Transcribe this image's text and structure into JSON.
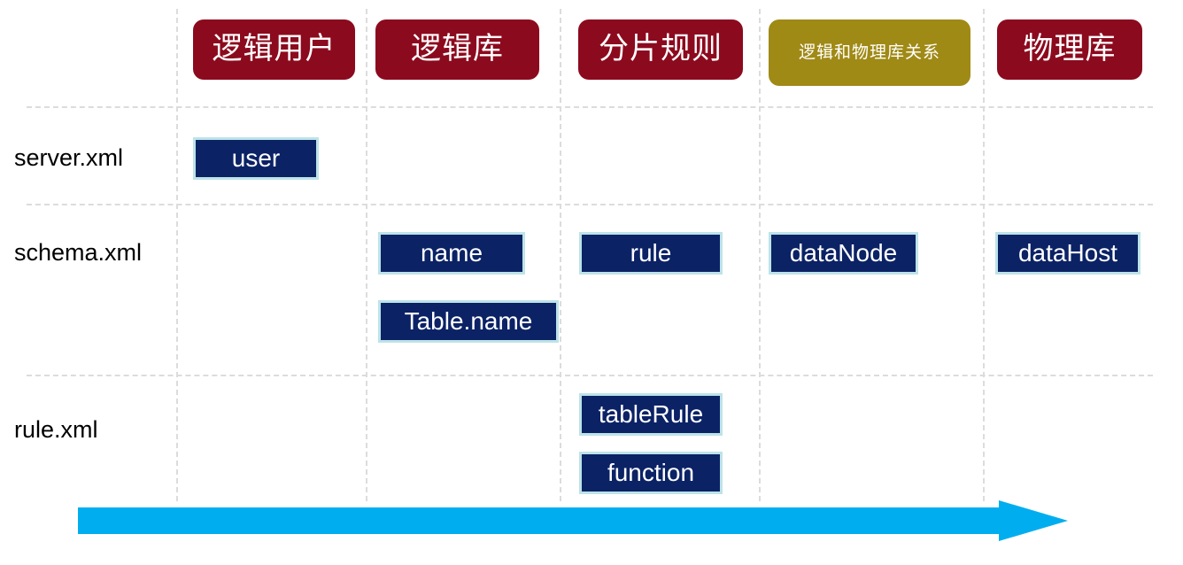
{
  "diagram": {
    "title_row": {
      "columns": [
        {
          "label": "逻辑用户",
          "color": "#8C0A1E",
          "size": "big"
        },
        {
          "label": "逻辑库",
          "color": "#8C0A1E",
          "size": "big"
        },
        {
          "label": "分片规则",
          "color": "#8C0A1E",
          "size": "big"
        },
        {
          "label": "逻辑和物理库关系",
          "color": "#A08A16",
          "size": "small"
        },
        {
          "label": "物理库",
          "color": "#8C0A1E",
          "size": "big"
        }
      ]
    },
    "rows": [
      {
        "label": "server.xml"
      },
      {
        "label": "schema.xml"
      },
      {
        "label": "rule.xml"
      }
    ],
    "cells": [
      {
        "row": "server.xml",
        "column": "逻辑用户",
        "label": "user"
      },
      {
        "row": "schema.xml",
        "column": "逻辑库",
        "label": "name"
      },
      {
        "row": "schema.xml",
        "column": "逻辑库",
        "label": "Table.name"
      },
      {
        "row": "schema.xml",
        "column": "分片规则",
        "label": "rule"
      },
      {
        "row": "schema.xml",
        "column": "逻辑和物理库关系",
        "label": "dataNode"
      },
      {
        "row": "schema.xml",
        "column": "物理库",
        "label": "dataHost"
      },
      {
        "row": "rule.xml",
        "column": "分片规则",
        "label": "tableRule"
      },
      {
        "row": "rule.xml",
        "column": "分片规则",
        "label": "function"
      }
    ],
    "flow_arrow": {
      "name": "direction-arrow",
      "color": "#00AEEF",
      "direction": "right"
    },
    "chip_style": {
      "fill": "#0B2265",
      "border": "#BDE3E8",
      "text": "#FFFFFF"
    }
  }
}
